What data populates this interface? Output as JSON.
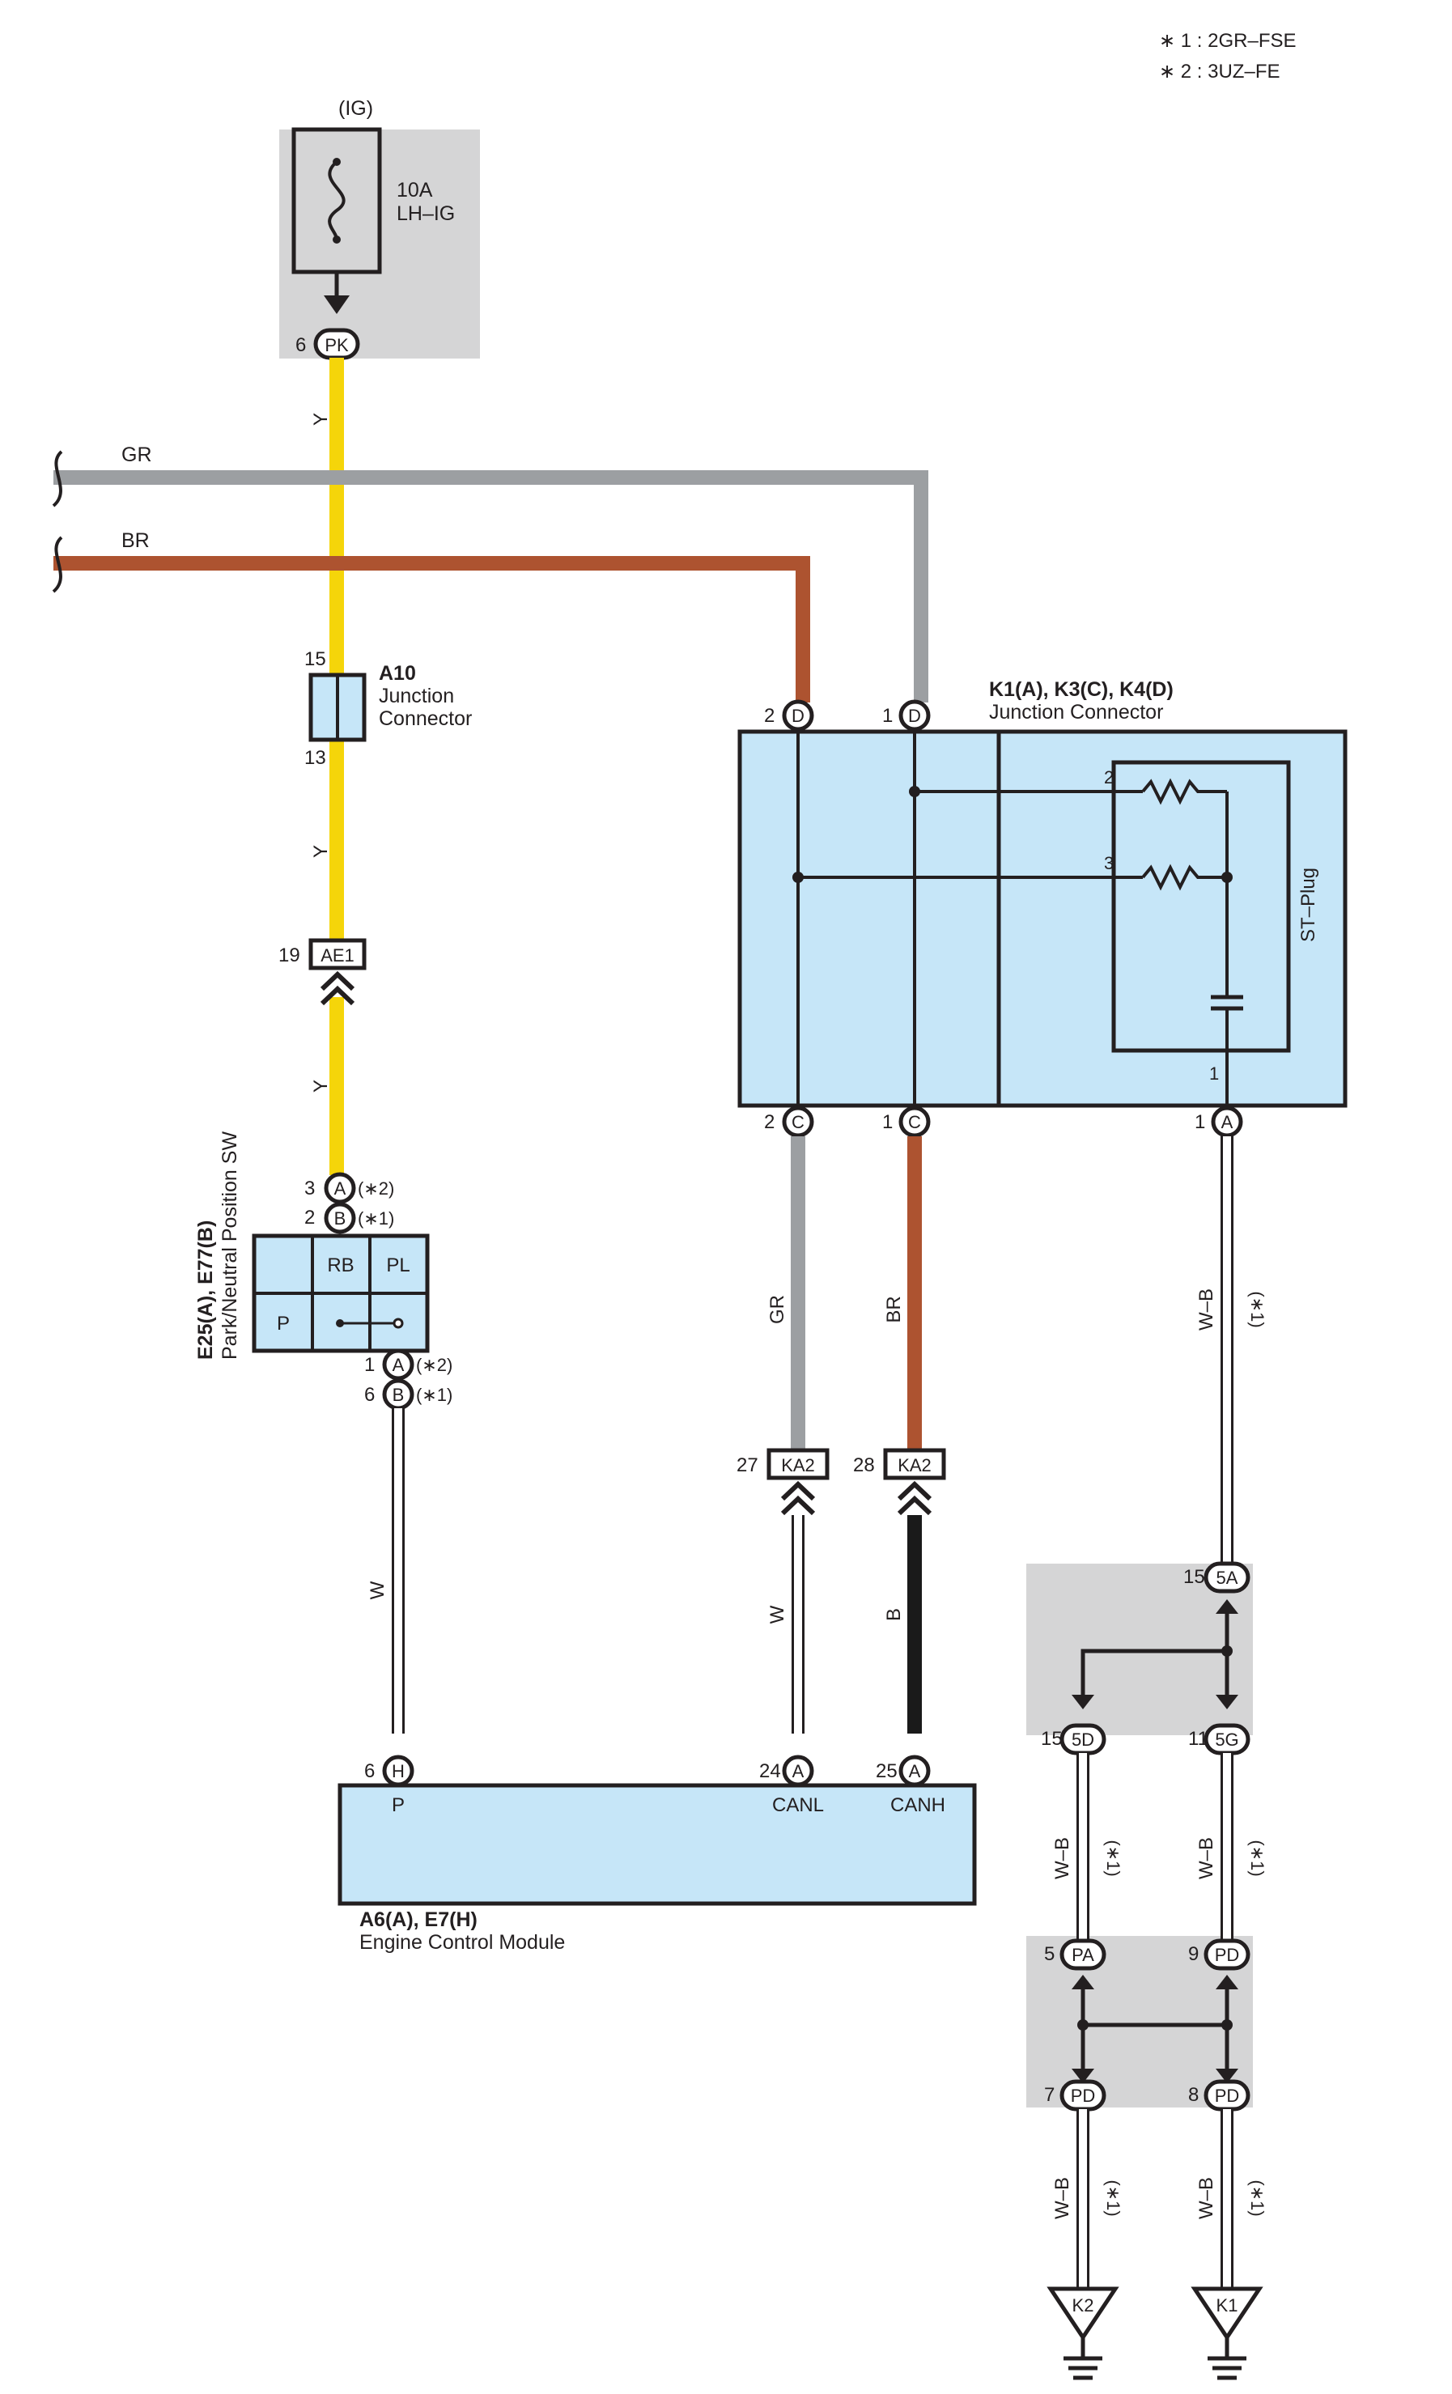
{
  "colors": {
    "yellow_wire": "#f5d50a",
    "gray_wire": "#9c9fa2",
    "brown_wire": "#ad5330",
    "black_wire": "#1a1a1a",
    "component_fill": "#c6e6f8",
    "shade_box": "#d5d5d6",
    "line": "#231f20"
  },
  "notes": {
    "note1": "∗ 1 : 2GR–FSE",
    "note2": "∗ 2 : 3UZ–FE"
  },
  "fuse": {
    "supply": "(IG)",
    "rating": "10A",
    "name": "LH–IG",
    "pin": "6",
    "connector": "PK"
  },
  "wires": {
    "y1": "Y",
    "y2": "Y",
    "y3": "Y",
    "gr_bus": "GR",
    "br_bus": "BR",
    "gr_down": "GR",
    "br_down": "BR",
    "w_left": "W",
    "w_canl": "W",
    "b_canh": "B",
    "wb_main": "W–B",
    "wb_5d": "W–B",
    "wb_5g": "W–B",
    "wb_k2": "W–B",
    "wb_k1": "W–B"
  },
  "variants": {
    "star1": "(∗1)",
    "star2": "(∗2)"
  },
  "a10": {
    "id": "A10",
    "name1": "Junction",
    "name2": "Connector",
    "pin_top": "15",
    "pin_bottom": "13"
  },
  "ae1": {
    "pin": "19",
    "label": "AE1"
  },
  "pnp_switch": {
    "id": "E25(A), E77(B)",
    "name": "Park/Neutral Position SW",
    "pin_a_top": "3",
    "conn_a": "A",
    "pin_b_top": "2",
    "conn_b": "B",
    "pin_a_bot": "1",
    "pin_b_bot": "6",
    "cell_rb": "RB",
    "cell_pl": "PL",
    "cell_p": "P"
  },
  "jc": {
    "id": "K1(A), K3(C), K4(D)",
    "name": "Junction Connector",
    "top_pin_left": "2",
    "top_pin_right": "1",
    "top_conn": "D",
    "bot_pin_left": "2",
    "bot_pin_mid": "1",
    "bot_conn_c": "C",
    "bot_pin_right": "1",
    "bot_conn_a": "A",
    "res_pin1": "2",
    "res_pin2": "3",
    "cap_pin": "1",
    "st_plug": "ST–Plug"
  },
  "ka2": {
    "left_pin": "27",
    "right_pin": "28",
    "label": "KA2"
  },
  "ecm": {
    "id": "A6(A), E7(H)",
    "name": "Engine Control Module",
    "pin_p": "6",
    "conn_h": "H",
    "term_p": "P",
    "pin_canl": "24",
    "term_canl": "CANL",
    "pin_canh": "25",
    "term_canh": "CANH",
    "conn_a": "A"
  },
  "splices": {
    "s5a_pin": "15",
    "s5a": "5A",
    "s5d_pin": "15",
    "s5d": "5D",
    "s5g_pin": "11",
    "s5g": "5G",
    "pa_pin": "5",
    "pa": "PA",
    "pd_top_pin": "9",
    "pd_top": "PD",
    "pd_bl_pin": "7",
    "pd_bl": "PD",
    "pd_br_pin": "8",
    "pd_br": "PD"
  },
  "grounds": {
    "k2": "K2",
    "k1": "K1"
  }
}
